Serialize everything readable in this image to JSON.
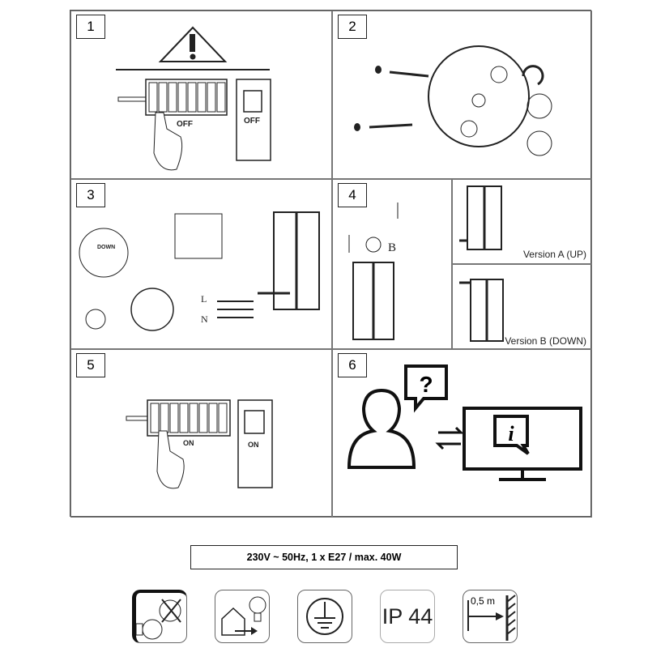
{
  "steps": [
    {
      "number": "1",
      "labels": {
        "panel": "OFF",
        "switch": "OFF"
      }
    },
    {
      "number": "2"
    },
    {
      "number": "3",
      "labels": {
        "down": "DOWN",
        "l": "L",
        "n": "N"
      }
    },
    {
      "number": "4",
      "labels": {
        "b": "B",
        "version_a": "Version A (UP)",
        "version_b": "Version B (DOWN)"
      }
    },
    {
      "number": "5",
      "labels": {
        "panel": "ON",
        "switch": "ON"
      }
    },
    {
      "number": "6"
    }
  ],
  "spec": "230V ~ 50Hz, 1 x E27 / max. 40W",
  "symbols": [
    {
      "icon": "no-ceiling-mount-icon"
    },
    {
      "icon": "indoor-outdoor-bulb-icon"
    },
    {
      "icon": "protective-earth-icon"
    },
    {
      "icon": "ip-rating-icon",
      "text": "IP 44"
    },
    {
      "icon": "min-distance-icon",
      "text": "0,5 m"
    }
  ]
}
